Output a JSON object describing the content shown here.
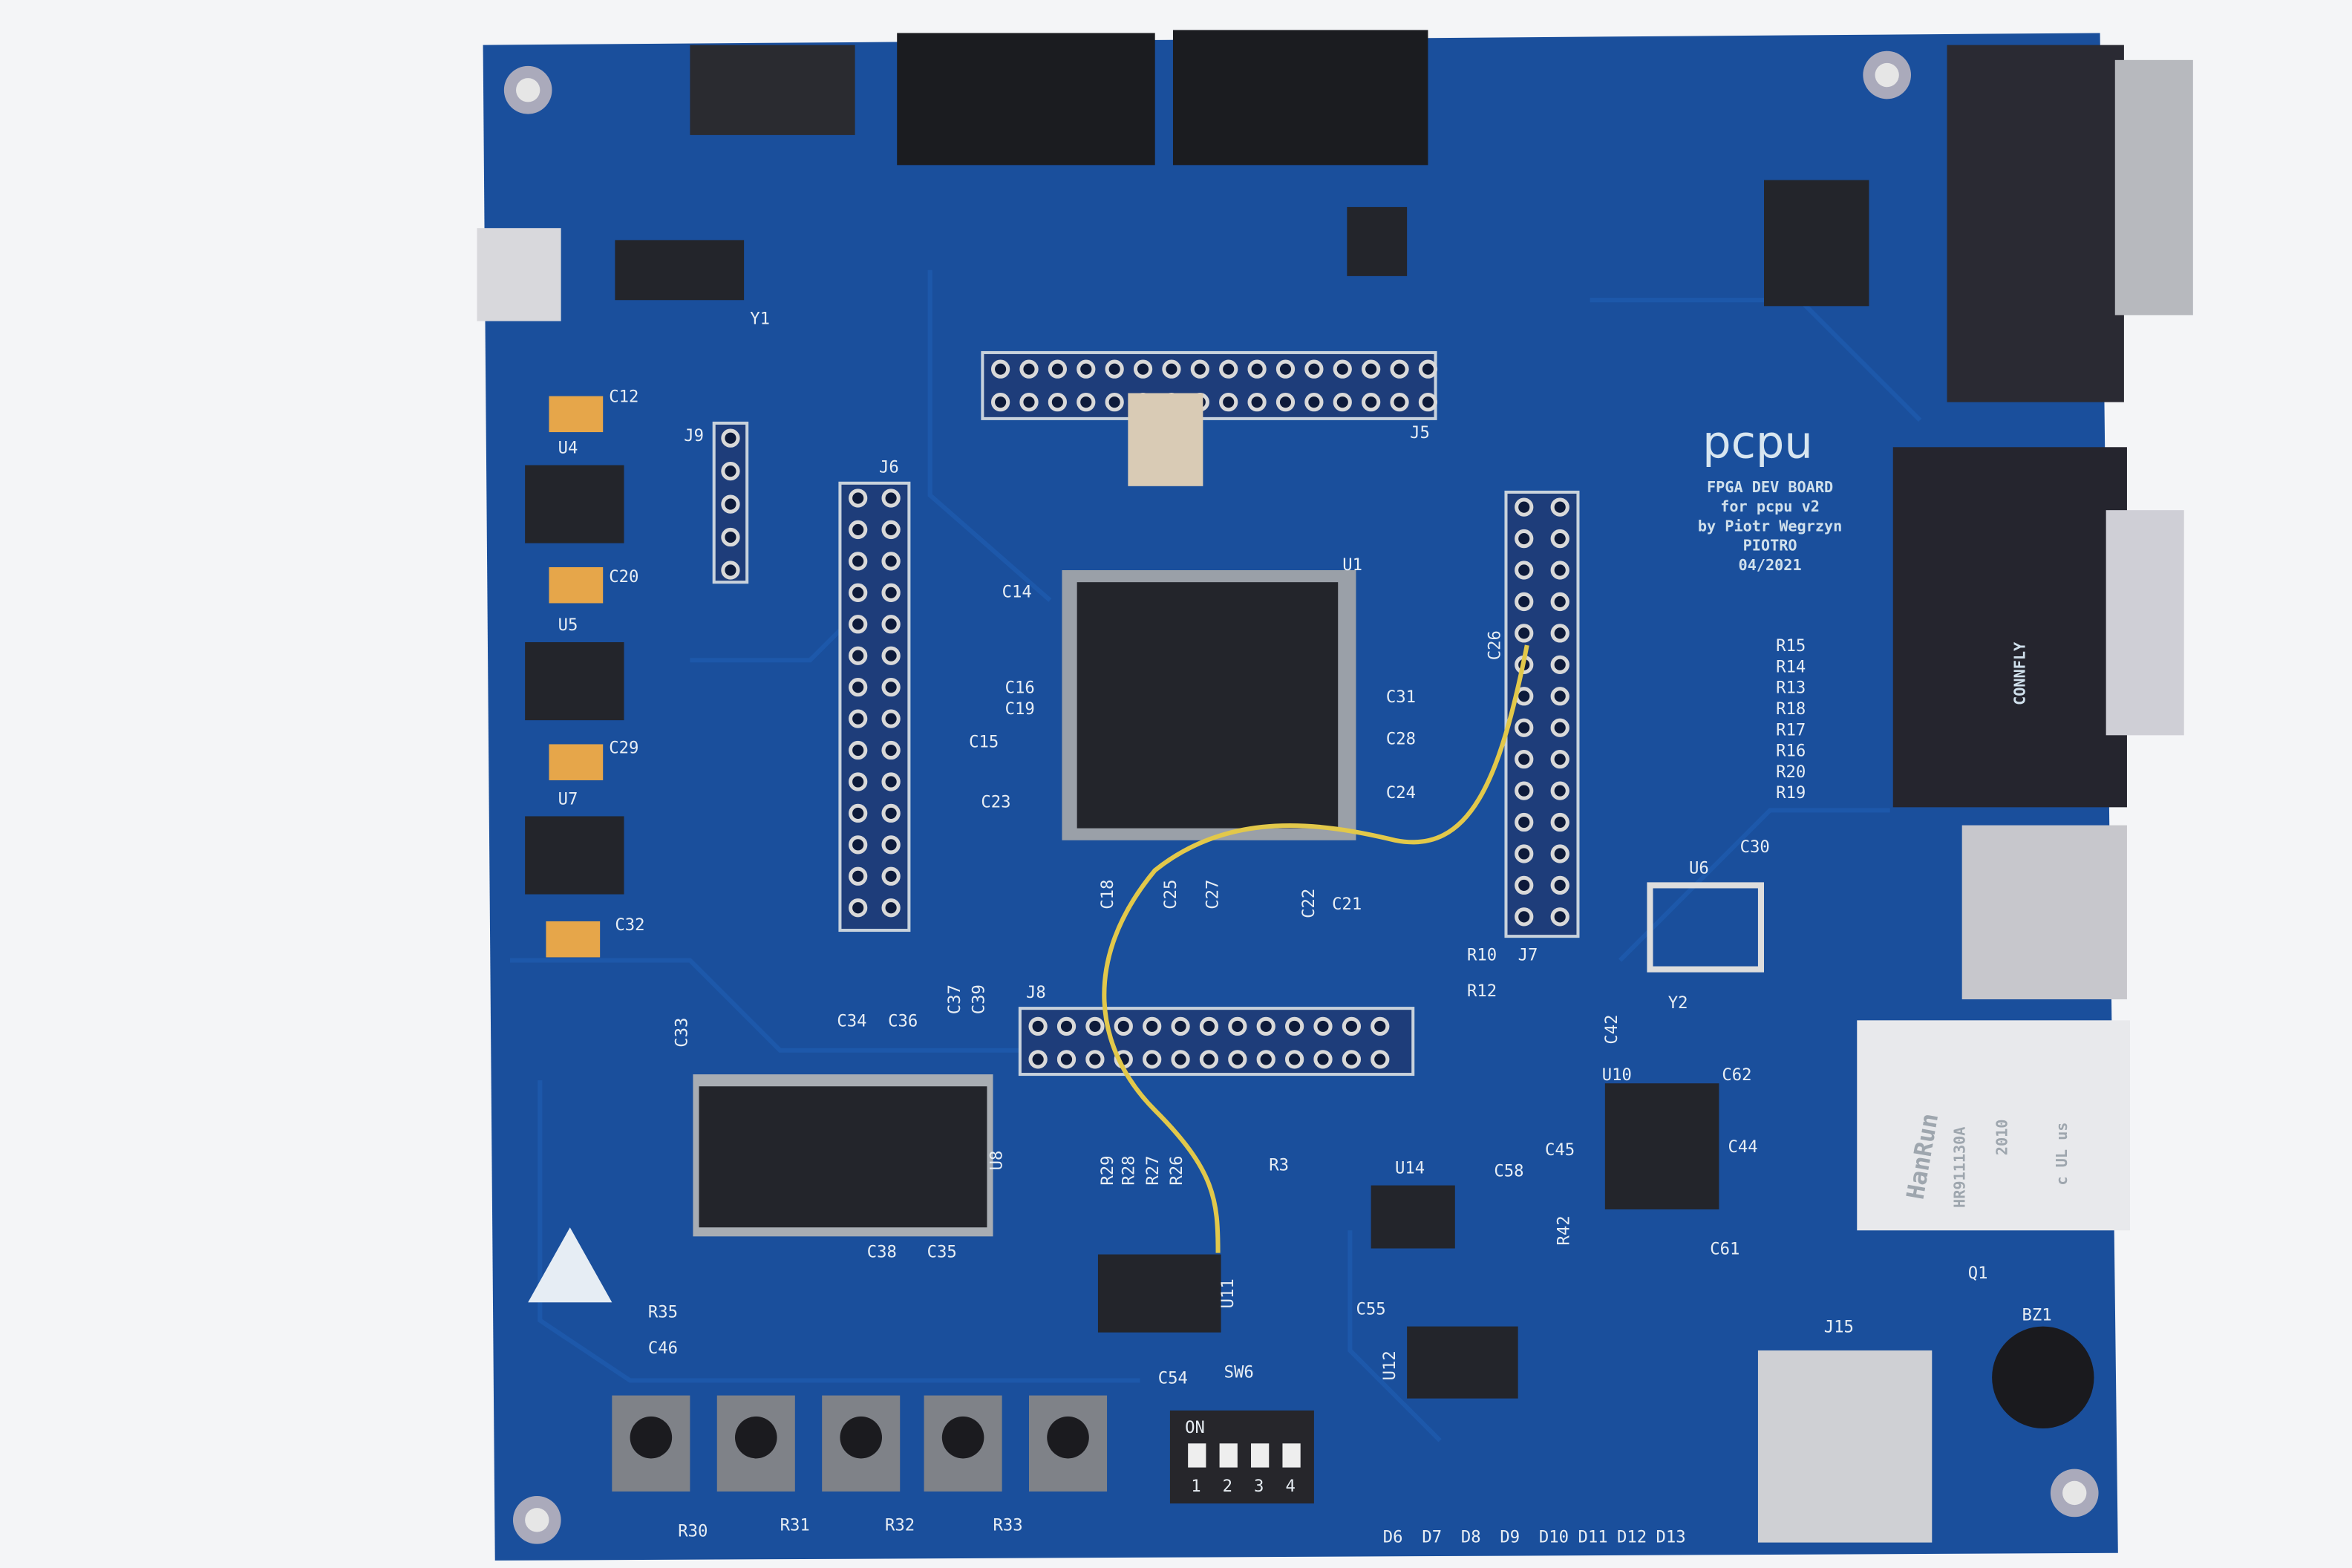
{
  "board": {
    "logo": "pcpu",
    "subtitle_lines": [
      "FPGA DEV BOARD",
      "for pcpu v2",
      "by Piotr Wegrzyn",
      "PIOTRO",
      "04/2021"
    ],
    "colors": {
      "background": "#f4f5f7",
      "pcb": "#1a4f9c",
      "tantalum": "#e6a64a",
      "wire": "#e2c84a"
    }
  },
  "designators": {
    "ics": [
      "U1",
      "U4",
      "U5",
      "U6",
      "U7",
      "U8",
      "U10",
      "U11",
      "U12",
      "U14"
    ],
    "headers": [
      "J5",
      "J6",
      "J7",
      "J8",
      "J9",
      "J15"
    ],
    "caps_left": [
      "C12",
      "C20",
      "C29",
      "C32"
    ],
    "misc": [
      "Y1",
      "Y2",
      "Q1",
      "BZ1",
      "SW6",
      "C54",
      "C55",
      "C58",
      "C45",
      "C33",
      "C34",
      "C36",
      "C37",
      "C39",
      "C38",
      "C35",
      "C14",
      "C15",
      "C16",
      "C19",
      "C23",
      "C18",
      "C25",
      "C27",
      "C22",
      "C21",
      "C26",
      "C28",
      "C24",
      "C31",
      "C30",
      "C42",
      "C62",
      "C44",
      "C61",
      "R10",
      "R12",
      "R3",
      "R42",
      "R35",
      "C46",
      "R26",
      "R27",
      "R28",
      "R29"
    ],
    "buttons_resistors": [
      "R30",
      "R31",
      "R32",
      "R33"
    ],
    "leds": [
      "D6",
      "D7",
      "D8",
      "D9",
      "D10",
      "D11",
      "D12",
      "D13"
    ],
    "resistor_column": [
      "R15",
      "R14",
      "R13",
      "R18",
      "R17",
      "R16",
      "R20",
      "R19"
    ],
    "dip_switch": {
      "on_label": "ON",
      "positions": [
        "1",
        "2",
        "3",
        "4"
      ]
    }
  },
  "ethernet_jack": {
    "brand": "HanRun",
    "model": "HR911130A",
    "year": "2010",
    "mark": "c UL us"
  },
  "vga_connector": {
    "brand": "CONNFLY"
  }
}
